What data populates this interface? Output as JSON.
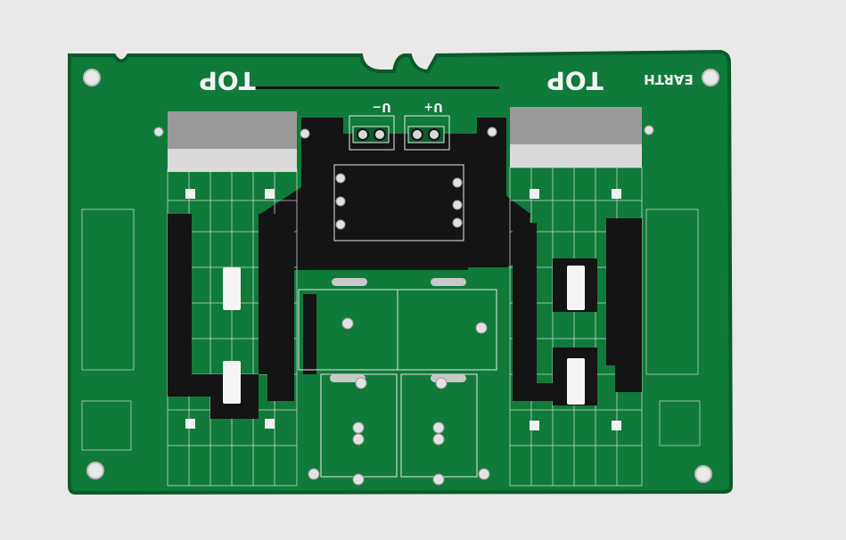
{
  "board": {
    "colors": {
      "background": "#e9e9e9",
      "board_green": "#0f7a3a",
      "board_dark_green": "#0a5a2a",
      "copper_dark": "#101010",
      "silkscreen": "#f4f4f4",
      "tin_pad": "#c8c8c8"
    },
    "labels": {
      "top_left": "TOP",
      "top_right": "TOP",
      "earth": "EARTH",
      "u_minus": "U−",
      "u_plus": "U+"
    }
  }
}
